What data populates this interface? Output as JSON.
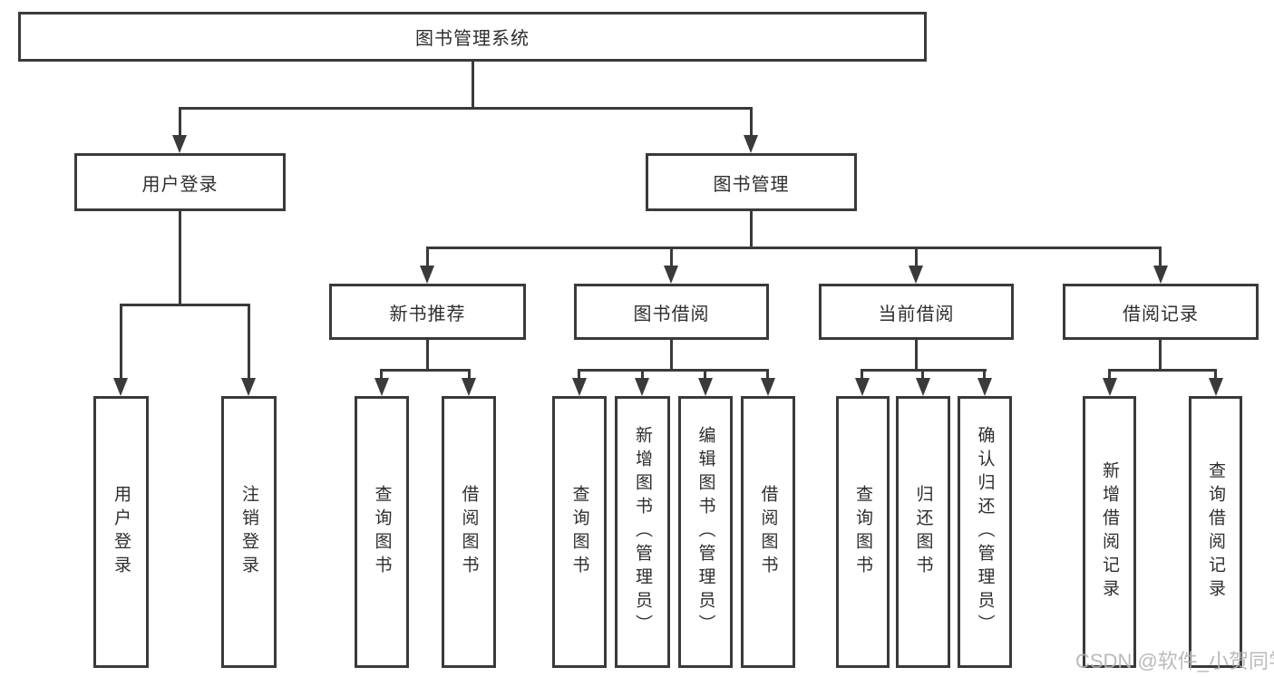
{
  "diagram": {
    "type": "hierarchy",
    "root": {
      "label": "图书管理系统"
    },
    "level2": {
      "user_login": "用户登录",
      "book_management": "图书管理"
    },
    "level3": {
      "new_book_recommend": "新书推荐",
      "book_borrow": "图书借阅",
      "current_borrow": "当前借阅",
      "borrow_records": "借阅记录"
    },
    "leaves": {
      "user_login": "用户登录",
      "logout": "注销登录",
      "nb_query": "查询图书",
      "nb_borrow": "借阅图书",
      "bb_query": "查询图书",
      "bb_add": "新增图书（管理员）",
      "bb_edit": "编辑图书（管理员）",
      "bb_borrow": "借阅图书",
      "cb_query": "查询图书",
      "cb_return": "归还图书",
      "cb_confirm": "确认归还（管理员）",
      "br_add": "新增借阅记录",
      "br_query": "查询借阅记录"
    },
    "edges": [
      [
        "图书管理系统",
        "用户登录"
      ],
      [
        "图书管理系统",
        "图书管理"
      ],
      [
        "用户登录",
        "用户登录(叶)"
      ],
      [
        "用户登录",
        "注销登录"
      ],
      [
        "图书管理",
        "新书推荐"
      ],
      [
        "图书管理",
        "图书借阅"
      ],
      [
        "图书管理",
        "当前借阅"
      ],
      [
        "图书管理",
        "借阅记录"
      ],
      [
        "新书推荐",
        "查询图书"
      ],
      [
        "新书推荐",
        "借阅图书"
      ],
      [
        "图书借阅",
        "查询图书"
      ],
      [
        "图书借阅",
        "新增图书（管理员）"
      ],
      [
        "图书借阅",
        "编辑图书（管理员）"
      ],
      [
        "图书借阅",
        "借阅图书"
      ],
      [
        "当前借阅",
        "查询图书"
      ],
      [
        "当前借阅",
        "归还图书"
      ],
      [
        "当前借阅",
        "确认归还（管理员）"
      ],
      [
        "借阅记录",
        "新增借阅记录"
      ],
      [
        "借阅记录",
        "查询借阅记录"
      ]
    ],
    "colors": {
      "line": "#3a3a3a",
      "box_border": "#3a3a3a",
      "text": "#2e2e2e",
      "background": "#ffffff",
      "watermark": "#b3b3b3"
    },
    "watermark": "CSDN @软件_小贺同学"
  }
}
